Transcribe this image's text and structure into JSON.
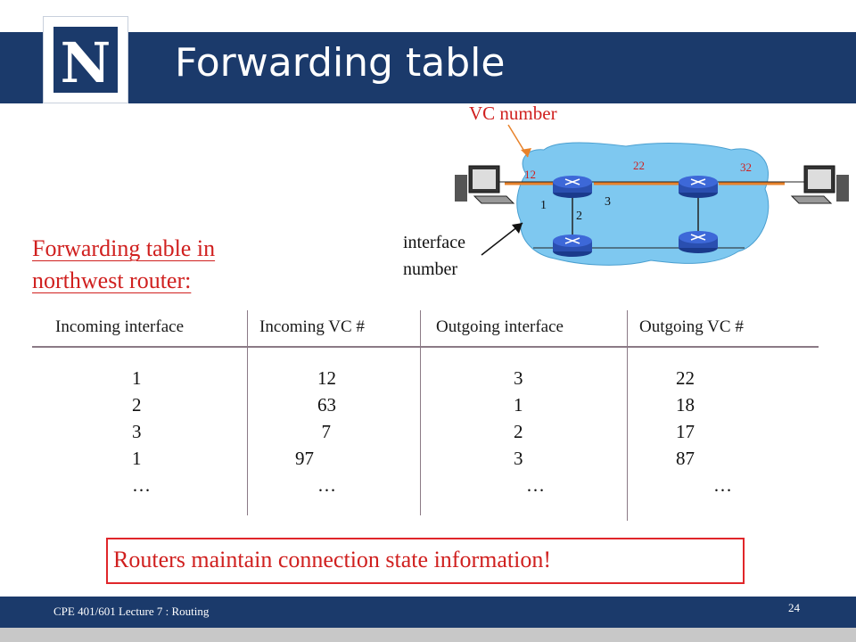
{
  "slide": {
    "title": "Forwarding table",
    "logo_letter": "N",
    "accent_color": "#1b3a6b",
    "emphasis_color": "#d0201f"
  },
  "diagram": {
    "vc_label": "VC number",
    "interface_label_line1": "interface",
    "interface_label_line2": "number",
    "vc_values": [
      "12",
      "22",
      "32"
    ],
    "interface_values": [
      "1",
      "2",
      "3"
    ],
    "cloud_color": "#7ec8f0"
  },
  "table": {
    "caption_line1": "Forwarding table in",
    "caption_line2": "northwest router:",
    "headers": [
      "Incoming interface",
      "Incoming VC #",
      "Outgoing interface",
      "Outgoing VC #"
    ],
    "rows": [
      [
        "1",
        "12",
        "3",
        "22"
      ],
      [
        "2",
        "63",
        "1",
        "18"
      ],
      [
        "3",
        "7",
        "2",
        "17"
      ],
      [
        "1",
        "97",
        "3",
        "87"
      ],
      [
        "…",
        "…",
        "…",
        "…"
      ]
    ]
  },
  "callout": {
    "text": "Routers maintain connection state information!"
  },
  "footer": {
    "course": "CPE 401/601 Lecture 7 :  Routing",
    "page": "24"
  }
}
